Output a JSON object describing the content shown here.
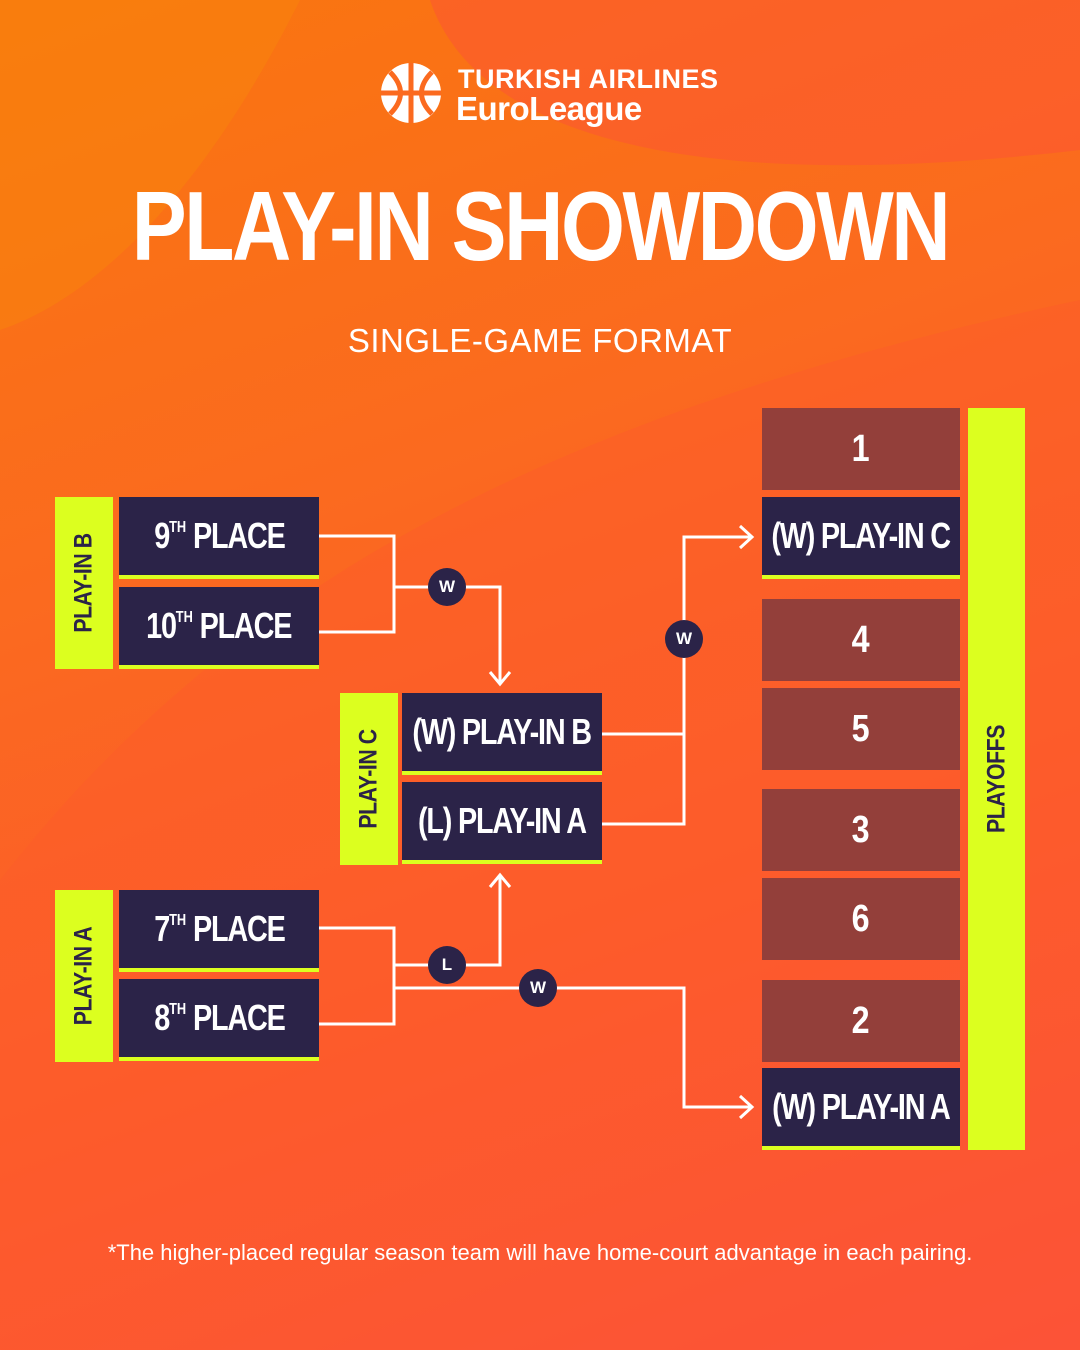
{
  "header": {
    "logo_line1": "TURKISH AIRLINES",
    "logo_line2": "EuroLeague",
    "title": "PLAY-IN SHOWDOWN",
    "subtitle": "SINGLE-GAME FORMAT"
  },
  "play_in_b": {
    "label": "PLAY-IN B",
    "team1": {
      "num": "9",
      "suffix": "TH",
      "text": "PLACE"
    },
    "team2": {
      "num": "10",
      "suffix": "TH",
      "text": "PLACE"
    },
    "badge": "W"
  },
  "play_in_a": {
    "label": "PLAY-IN A",
    "team1": {
      "num": "7",
      "suffix": "TH",
      "text": "PLACE"
    },
    "team2": {
      "num": "8",
      "suffix": "TH",
      "text": "PLACE"
    },
    "loser_badge": "L",
    "winner_badge": "W"
  },
  "play_in_c": {
    "label": "PLAY-IN C",
    "team1": "(W) PLAY-IN B",
    "team2": "(L) PLAY-IN A",
    "badge": "W"
  },
  "playoffs": {
    "label": "PLAYOFFS",
    "seeds": [
      "1",
      "(W) PLAY-IN C",
      "4",
      "5",
      "3",
      "6",
      "2",
      "(W) PLAY-IN A"
    ]
  },
  "footnote": "*The higher-placed regular season team will have home-court advantage in each pairing.",
  "colors": {
    "navy": "#2b2348",
    "lime": "#dcff1f",
    "seed_brown": "#933f3a",
    "orange": "#fb6a1f"
  }
}
